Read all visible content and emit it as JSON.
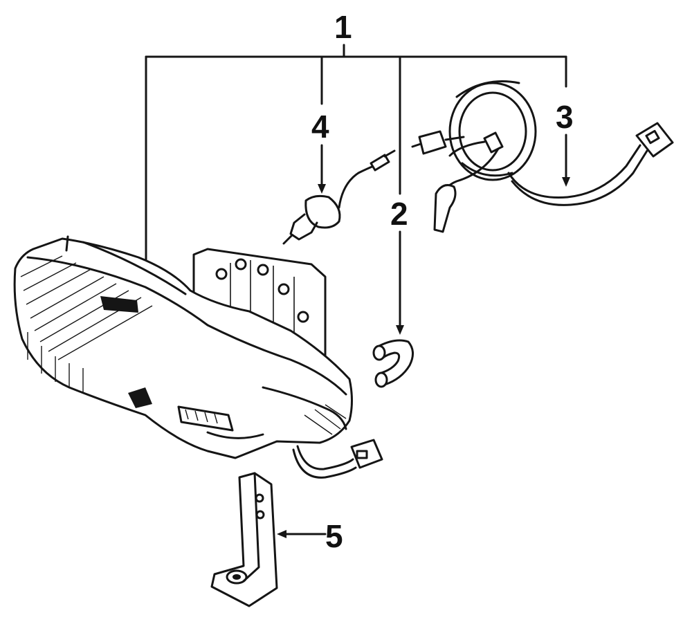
{
  "diagram": {
    "callouts": [
      {
        "id": "c1",
        "label": "1"
      },
      {
        "id": "c2",
        "label": "2"
      },
      {
        "id": "c3",
        "label": "3"
      },
      {
        "id": "c4",
        "label": "4"
      },
      {
        "id": "c5",
        "label": "5"
      }
    ],
    "ink_color": "#151515",
    "background": "#ffffff"
  }
}
